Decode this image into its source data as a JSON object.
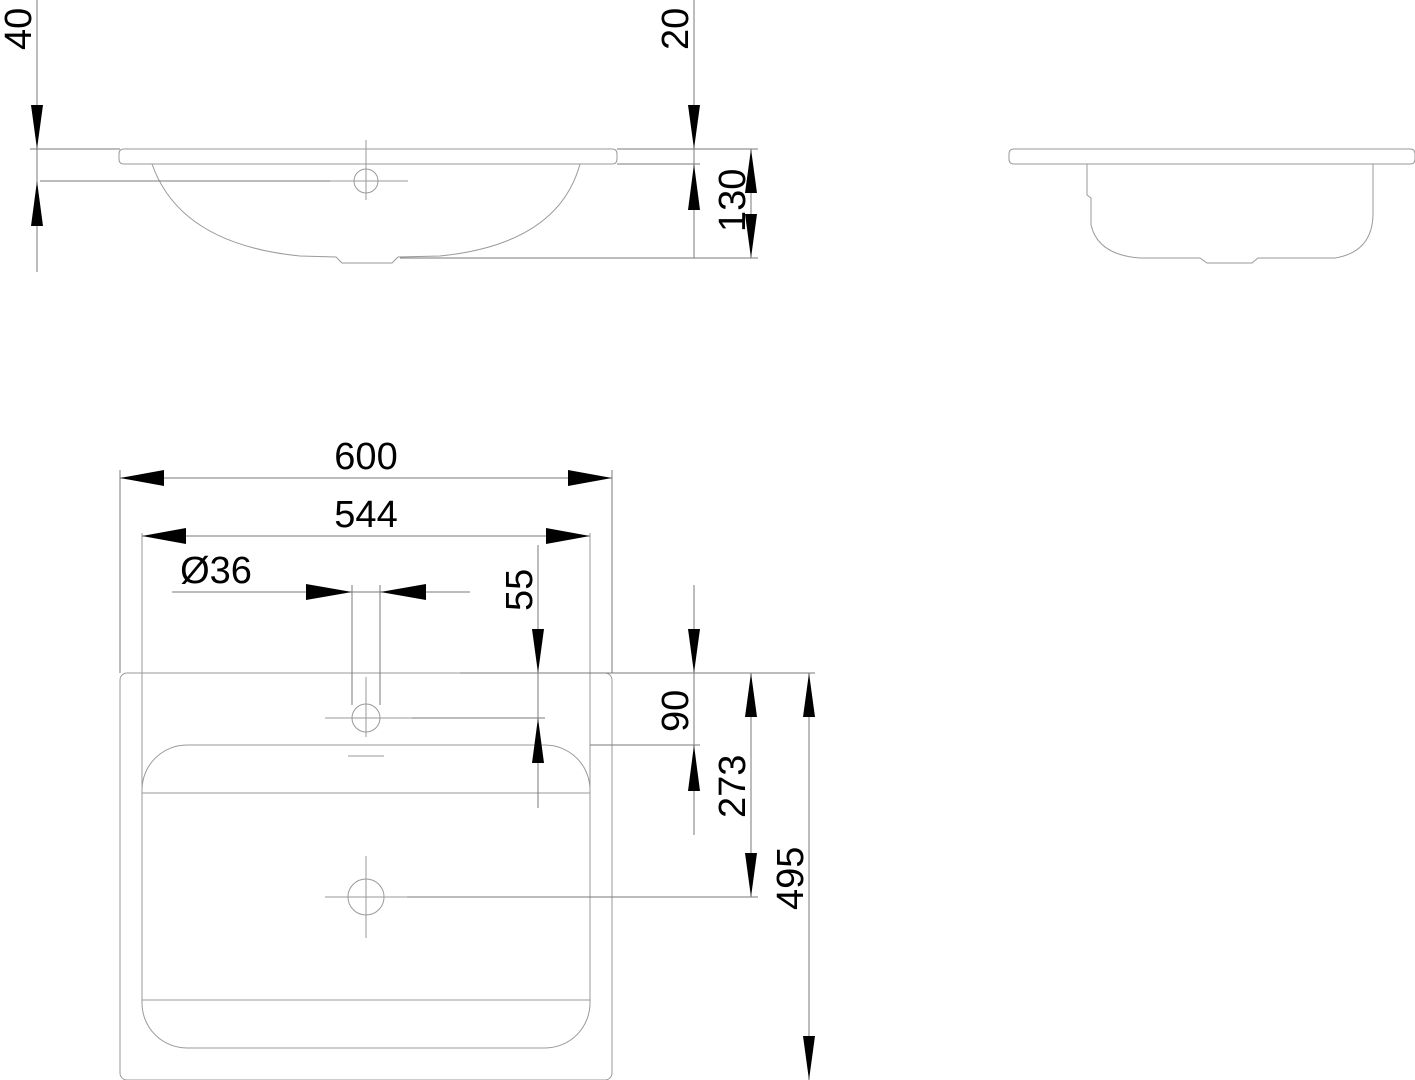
{
  "dimensions": {
    "front_top_offset": "40",
    "right_top_offset": "20",
    "basin_depth": "130",
    "overall_width": "600",
    "bowl_width": "544",
    "tap_hole_diameter": "Ø36",
    "tap_hole_from_edge": "55",
    "bowl_from_edge": "90",
    "drain_from_edge": "273",
    "overall_depth": "495"
  }
}
